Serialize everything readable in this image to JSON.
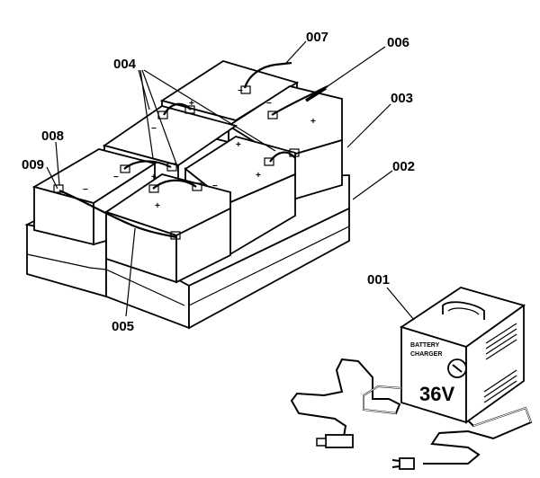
{
  "diagram": {
    "callouts": [
      "007",
      "006",
      "004",
      "003",
      "008",
      "002",
      "009",
      "005",
      "001"
    ],
    "charger": {
      "plate_line1": "BATTERY",
      "plate_line2": "CHARGER",
      "voltage": "36V"
    },
    "terminal_plus": "+",
    "terminal_minus": "−"
  }
}
